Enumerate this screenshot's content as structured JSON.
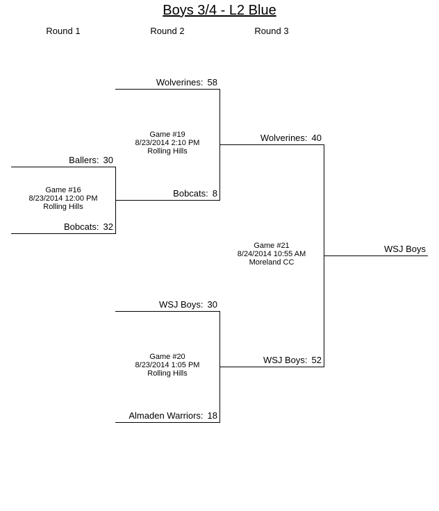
{
  "title": "Boys 3/4 - L2 Blue",
  "rounds": [
    "Round 1",
    "Round 2",
    "Round 3"
  ],
  "round1": {
    "top": {
      "team": "Ballers:",
      "score": "30"
    },
    "bottom": {
      "team": "Bobcats:",
      "score": "32"
    },
    "game": {
      "number": "Game #16",
      "datetime": "8/23/2014 12:00 PM",
      "location": "Rolling Hills"
    }
  },
  "round2a": {
    "top": {
      "team": "Wolverines:",
      "score": "58"
    },
    "bottom": {
      "team": "Bobcats:",
      "score": "8"
    },
    "game": {
      "number": "Game #19",
      "datetime": "8/23/2014 2:10 PM",
      "location": "Rolling Hills"
    }
  },
  "round2b": {
    "top": {
      "team": "WSJ Boys:",
      "score": "30"
    },
    "bottom": {
      "team": "Almaden Warriors:",
      "score": "18"
    },
    "game": {
      "number": "Game #20",
      "datetime": "8/23/2014 1:05 PM",
      "location": "Rolling Hills"
    }
  },
  "round3": {
    "top": {
      "team": "Wolverines:",
      "score": "40"
    },
    "bottom": {
      "team": "WSJ Boys:",
      "score": "52"
    },
    "game": {
      "number": "Game #21",
      "datetime": "8/24/2014 10:55 AM",
      "location": "Moreland CC"
    }
  },
  "champion": "WSJ Boys"
}
